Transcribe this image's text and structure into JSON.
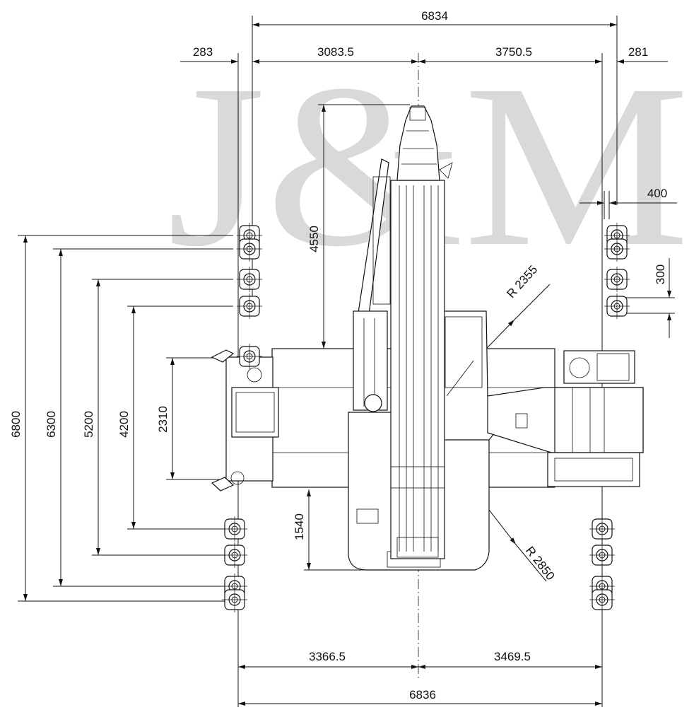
{
  "watermark": "J&M",
  "dimensions": {
    "top_overall": "6834",
    "left_overhang": "283",
    "front_left": "3083.5",
    "front_right": "3750.5",
    "right_overhang": "281",
    "outrigger_offset": "400",
    "pad_spacing": "300",
    "boom_length": "4550",
    "radius_inner": "R 2355",
    "radius_outer": "R 2850",
    "rear_length": "1540",
    "span_6800": "6800",
    "span_6300": "6300",
    "span_5200": "5200",
    "span_4200": "4200",
    "span_2310": "2310",
    "bottom_left": "3366.5",
    "bottom_right": "3469.5",
    "bottom_overall": "6836"
  }
}
